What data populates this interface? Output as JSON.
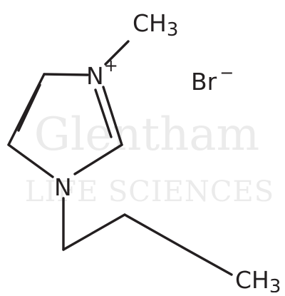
{
  "molecule": {
    "atoms": {
      "methyl_top": {
        "symbol": "CH",
        "subscript": "3"
      },
      "n_top": {
        "symbol": "N",
        "charge": "+"
      },
      "n_bottom": {
        "symbol": "N"
      },
      "methyl_end": {
        "symbol": "CH",
        "subscript": "3"
      }
    },
    "counter_ion": {
      "symbol": "Br",
      "charge": "−"
    }
  },
  "watermark": {
    "line1": "Glentham",
    "line2": "LIFE SCIENCES"
  },
  "colors": {
    "ink": "#231f20",
    "watermark": "#ebebeb",
    "background": "#ffffff"
  }
}
